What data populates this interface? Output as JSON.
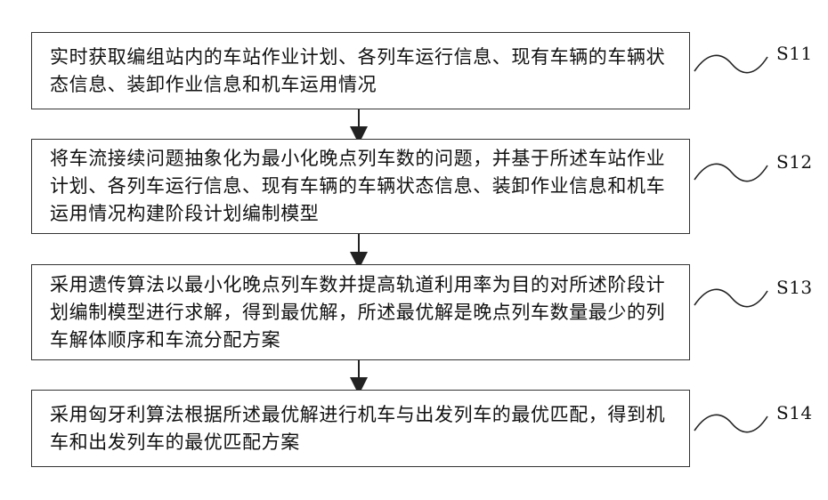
{
  "steps": [
    {
      "label": "S11",
      "text": "实时获取编组站内的车站作业计划、各列车运行信息、现有车辆的车辆状态信息、装卸作业信息和机车运用情况"
    },
    {
      "label": "S12",
      "text": "将车流接续问题抽象化为最小化晚点列车数的问题，并基于所述车站作业计划、各列车运行信息、现有车辆的车辆状态信息、装卸作业信息和机车运用情况构建阶段计划编制模型"
    },
    {
      "label": "S13",
      "text": "采用遗传算法以最小化晚点列车数并提高轨道利用率为目的对所述阶段计划编制模型进行求解，得到最优解，所述最优解是晚点列车数量最少的列车解体顺序和车流分配方案"
    },
    {
      "label": "S14",
      "text": "采用匈牙利算法根据所述最优解进行机车与出发列车的最优匹配，得到机车和出发列车的最优匹配方案"
    }
  ]
}
